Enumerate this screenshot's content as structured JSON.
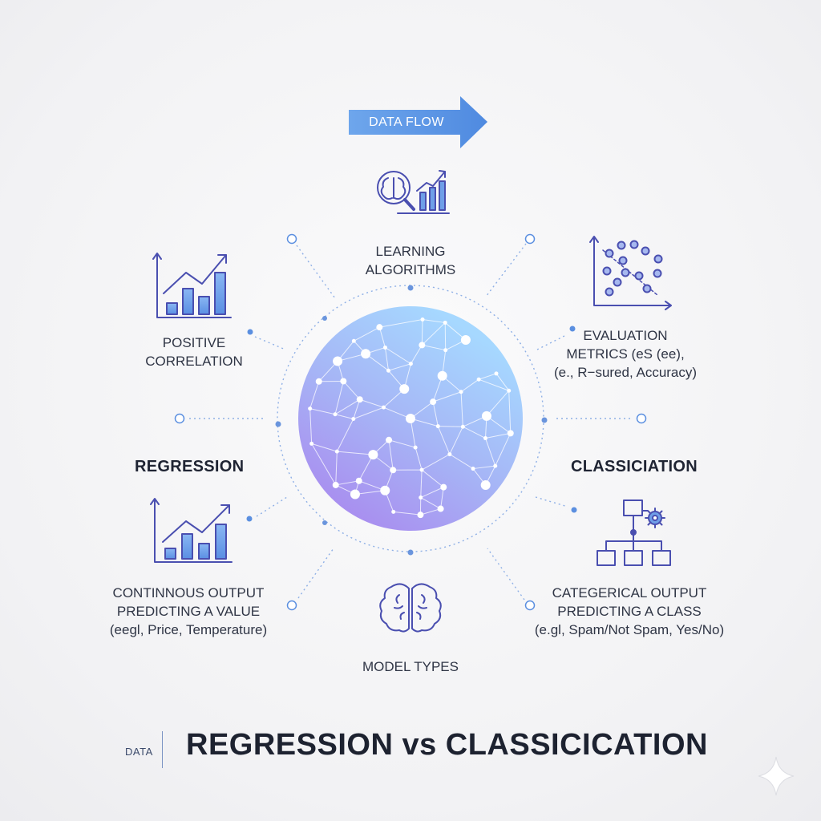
{
  "banner": {
    "label": "DATA FLOW"
  },
  "nodes": {
    "learning_algorithms": {
      "line1": "LEARNING",
      "line2": "ALGORITHMS"
    },
    "positive_correlation": {
      "line1": "POSITIVE",
      "line2": "CORRELATION"
    },
    "evaluation_metrics": {
      "line1": "EVALUATION",
      "line2": "METRICS (eS (ee),",
      "line3": "(e., R−sured, Accuracy)"
    },
    "regression": {
      "title": "REGRESSION",
      "line1": "CONTINNOUS OUTPUT",
      "line2": "PREDICTING A VALUE",
      "line3": "(eegl, Price, Temperature)"
    },
    "classification": {
      "title": "CLASSICIATION",
      "line1": "CATEGΕRICAL OUTPUT",
      "line2": "PREDICTING A CLASS",
      "line3": "(e.gl, Spam/Not Spam, Yes/No)"
    },
    "model_types": {
      "label": "MODEL TYPES"
    }
  },
  "footer": {
    "tag": "DATA",
    "title": "REGRESSION vs CLASSICICATION"
  },
  "icons": [
    "brain-magnifier-chart-icon",
    "bar-chart-trend-icon",
    "scatter-plot-icon",
    "bar-chart-trend-icon",
    "flowchart-gear-icon",
    "brain-icon",
    "neural-network-sphere-icon",
    "sparkle-icon"
  ],
  "colors": {
    "accent": "#5b8fe0",
    "banner": "#5f9be6",
    "sphere_top": "#9ed1ff",
    "sphere_bottom": "#a98cf0",
    "icon_stroke": "#4a4fb0",
    "icon_fill": "#6f9fe8",
    "dot": "#6a95dd"
  }
}
